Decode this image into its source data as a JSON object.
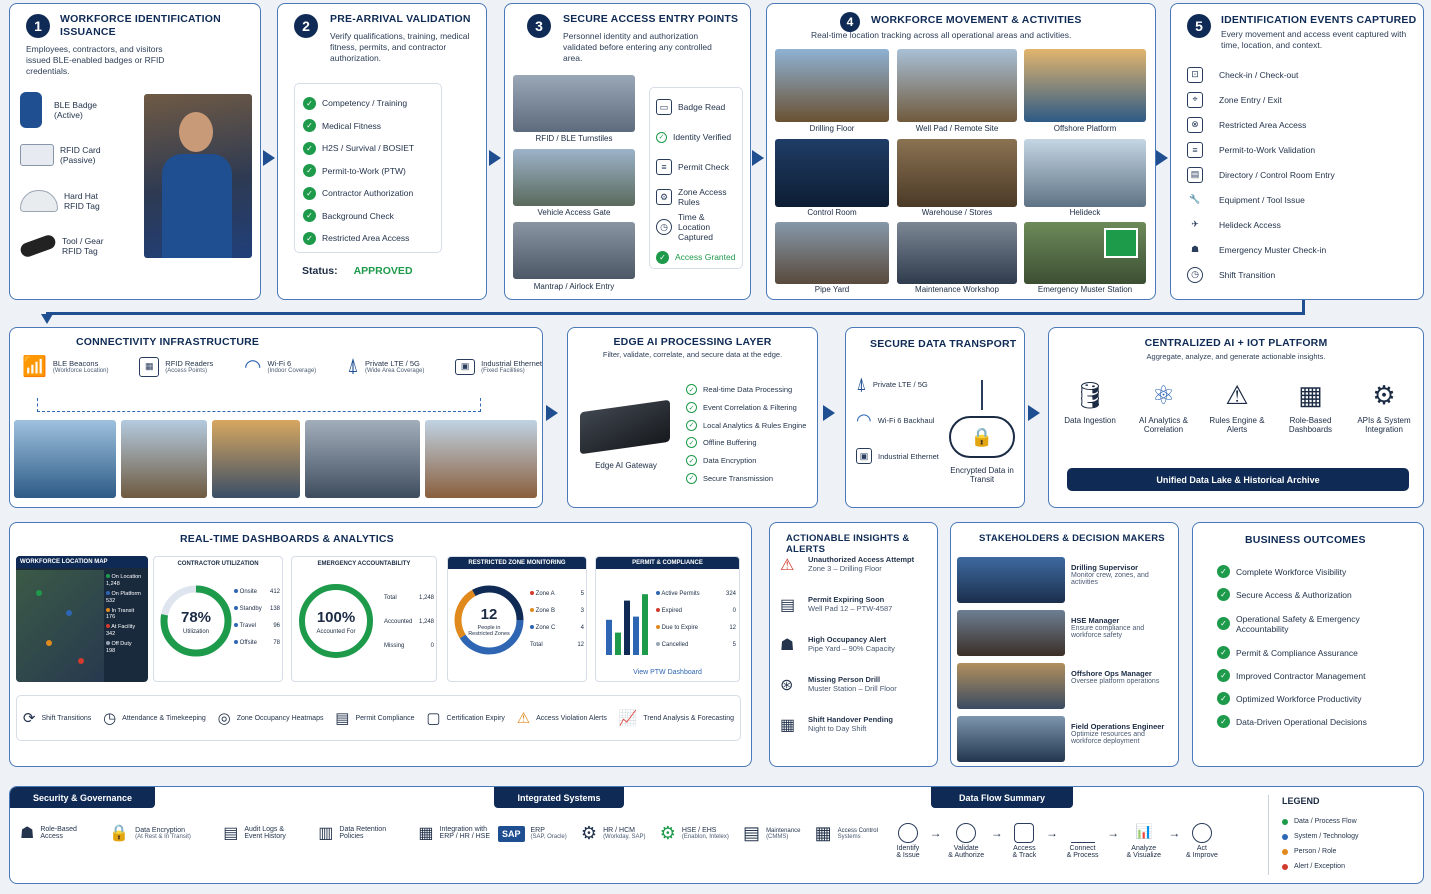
{
  "p1": {
    "num": "1",
    "title": "Workforce Identification Issuance",
    "desc": "Employees, contractors, and visitors issued BLE-enabled badges or RFID credentials.",
    "items": [
      {
        "label": "BLE Badge",
        "sub": "(Active)"
      },
      {
        "label": "RFID Card",
        "sub": "(Passive)"
      },
      {
        "label": "Hard Hat",
        "sub": "RFID Tag"
      },
      {
        "label": "Tool / Gear",
        "sub": "RFID Tag"
      }
    ]
  },
  "p2": {
    "num": "2",
    "title": "Pre-Arrival Validation",
    "desc": "Verify qualifications, training, medical fitness, permits, and contractor authorization.",
    "checks": [
      "Competency / Training",
      "Medical Fitness",
      "H2S / Survival / BOSIET",
      "Permit-to-Work (PTW)",
      "Contractor Authorization",
      "Background Check",
      "Restricted Area Access"
    ],
    "status_label": "Status:",
    "status_value": "APPROVED"
  },
  "p3": {
    "num": "3",
    "title": "Secure Access Entry Points",
    "desc": "Personnel identity and authorization validated before entering any controlled area.",
    "images": [
      "RFID / BLE Turnstiles",
      "Vehicle Access Gate",
      "Mantrap / Airlock Entry"
    ],
    "steps": [
      "Badge Read",
      "Identity Verified",
      "Permit Check",
      "Zone Access Rules",
      "Time & Location Captured",
      "Access Granted"
    ]
  },
  "p4": {
    "num": "4",
    "title": "Workforce Movement & Activities",
    "desc": "Real-time location tracking across all operational areas and activities.",
    "areas": [
      "Drilling Floor",
      "Well Pad / Remote Site",
      "Offshore Platform",
      "Control Room",
      "Warehouse / Stores",
      "Helideck",
      "Pipe Yard",
      "Maintenance Workshop",
      "Emergency Muster Station"
    ]
  },
  "p5": {
    "num": "5",
    "title": "Identification Events Captured",
    "desc": "Every movement and access event captured with time, location, and context.",
    "events": [
      "Check-in / Check-out",
      "Zone Entry / Exit",
      "Restricted Area Access",
      "Permit-to-Work Validation",
      "Directory / Control Room Entry",
      "Equipment / Tool Issue",
      "Helideck Access",
      "Emergency Muster Check-in",
      "Shift Transition"
    ]
  },
  "conn": {
    "title": "Connectivity Infrastructure",
    "items": [
      {
        "label": "BLE Beacons",
        "sub": "(Workforce Location)"
      },
      {
        "label": "RFID Readers",
        "sub": "(Access Points)"
      },
      {
        "label": "Wi-Fi 6",
        "sub": "(Indoor Coverage)"
      },
      {
        "label": "Private LTE / 5G",
        "sub": "(Wide Area Coverage)"
      },
      {
        "label": "Industrial Ethernet",
        "sub": "(Fixed Facilities)"
      }
    ]
  },
  "edge": {
    "title": "Edge AI Processing Layer",
    "desc": "Filter, validate, correlate, and secure data at the edge.",
    "device": "Edge AI Gateway",
    "items": [
      "Real-time Data Processing",
      "Event Correlation & Filtering",
      "Local Analytics & Rules Engine",
      "Offline Buffering",
      "Data Encryption",
      "Secure Transmission"
    ]
  },
  "transport": {
    "title": "Secure Data Transport",
    "items": [
      "Private LTE / 5G",
      "Wi-Fi 6 Backhaul",
      "Industrial Ethernet"
    ],
    "cloud": "Encrypted Data in Transit"
  },
  "platform": {
    "title": "Centralized AI + IoT Platform",
    "desc": "Aggregate, analyze, and generate actionable insights.",
    "items": [
      "Data Ingestion",
      "AI Analytics & Correlation",
      "Rules Engine & Alerts",
      "Role-Based Dashboards",
      "APIs & System Integration"
    ],
    "bar": "Unified Data Lake & Historical Archive"
  },
  "dash": {
    "title": "Real-Time Dashboards & Analytics",
    "map": {
      "title": "Workforce Location Map",
      "legend": [
        {
          "label": "On Location",
          "value": "1,248"
        },
        {
          "label": "On Platform",
          "value": "532"
        },
        {
          "label": "In Transit",
          "value": "176"
        },
        {
          "label": "At Facility",
          "value": "342"
        },
        {
          "label": "Off Duty",
          "value": "198"
        }
      ]
    },
    "contractor": {
      "title": "Contractor Utilization",
      "pct": "78%",
      "pct_label": "Utilization",
      "pct_value": 0.78,
      "rows": [
        {
          "label": "Onsite",
          "value": "412"
        },
        {
          "label": "Standby",
          "value": "138"
        },
        {
          "label": "Travel",
          "value": "96"
        },
        {
          "label": "Offsite",
          "value": "78"
        }
      ]
    },
    "emergency": {
      "title": "Emergency Accountability",
      "pct": "100%",
      "pct_label": "Accounted For",
      "rows": [
        {
          "label": "Total",
          "value": "1,248"
        },
        {
          "label": "Accounted",
          "value": "1,248"
        },
        {
          "label": "Missing",
          "value": "0"
        }
      ]
    },
    "zone": {
      "title": "Restricted Zone Monitoring",
      "count": "12",
      "count_label": "People in Restricted Zones",
      "rows": [
        {
          "label": "Zone A",
          "value": "5"
        },
        {
          "label": "Zone B",
          "value": "3"
        },
        {
          "label": "Zone C",
          "value": "4"
        },
        {
          "label": "Total",
          "value": "12"
        }
      ]
    },
    "permit": {
      "title": "Permit & Compliance",
      "rows": [
        {
          "label": "Active Permits",
          "value": "324"
        },
        {
          "label": "Expired",
          "value": "0"
        },
        {
          "label": "Due to Expire",
          "value": "12"
        },
        {
          "label": "Cancelled",
          "value": "5"
        }
      ],
      "link": "View PTW Dashboard",
      "bars": [
        0.55,
        0.35,
        0.85,
        0.6,
        0.95
      ]
    },
    "features": [
      "Shift Transitions",
      "Attendance & Timekeeping",
      "Zone Occupancy Heatmaps",
      "Permit Compliance",
      "Certification Expiry",
      "Access Violation Alerts",
      "Trend Analysis & Forecasting"
    ]
  },
  "alerts": {
    "title": "Actionable Insights & Alerts",
    "items": [
      {
        "t": "Unauthorized Access Attempt",
        "s": "Zone 3 – Drilling Floor"
      },
      {
        "t": "Permit Expiring Soon",
        "s": "Well Pad 12 – PTW-4587"
      },
      {
        "t": "High Occupancy Alert",
        "s": "Pipe Yard – 90% Capacity"
      },
      {
        "t": "Missing Person Drill",
        "s": "Muster Station – Drill Floor"
      },
      {
        "t": "Shift Handover Pending",
        "s": "Night to Day Shift"
      }
    ]
  },
  "stake": {
    "title": "Stakeholders & Decision Makers",
    "items": [
      {
        "t": "Drilling Supervisor",
        "s": "Monitor crew, zones, and activities"
      },
      {
        "t": "HSE Manager",
        "s": "Ensure compliance and workforce safety"
      },
      {
        "t": "Offshore Ops Manager",
        "s": "Oversee platform operations"
      },
      {
        "t": "Field Operations Engineer",
        "s": "Optimize resources and workforce deployment"
      }
    ]
  },
  "outcomes": {
    "title": "Business Outcomes",
    "items": [
      "Complete Workforce Visibility",
      "Secure Access & Authorization",
      "Operational Safety & Emergency Accountability",
      "Permit & Compliance Assurance",
      "Improved Contractor Management",
      "Optimized Workforce Productivity",
      "Data-Driven Operational Decisions"
    ]
  },
  "security": {
    "title": "Security & Governance",
    "items": [
      {
        "t": "Role-Based",
        "s": "Access"
      },
      {
        "t": "Data Encryption",
        "s": "(At Rest & In Transit)"
      },
      {
        "t": "Audit Logs &",
        "s": "Event History"
      },
      {
        "t": "Data Retention",
        "s": "Policies"
      },
      {
        "t": "Integration with",
        "s": "ERP / HR / HSE"
      }
    ]
  },
  "systems": {
    "title": "Integrated Systems",
    "items": [
      {
        "t": "ERP",
        "s": "(SAP, Oracle)",
        "i": "SAP"
      },
      {
        "t": "HR / HCM",
        "s": "(Workday, SAP)",
        "i": "⚙"
      },
      {
        "t": "HSE / EHS",
        "s": "(Enablon, Intelex)",
        "i": "⚙"
      },
      {
        "t": "Maintenance",
        "s": "(CMMS)",
        "i": "▤"
      },
      {
        "t": "Access Control",
        "s": "Systems",
        "i": "▦"
      }
    ]
  },
  "flow": {
    "title": "Data Flow Summary",
    "items": [
      {
        "t": "Identify",
        "s": "& Issue"
      },
      {
        "t": "Validate",
        "s": "& Authorize"
      },
      {
        "t": "Access",
        "s": "& Track"
      },
      {
        "t": "Connect",
        "s": "& Process"
      },
      {
        "t": "Analyze",
        "s": "& Visualize"
      },
      {
        "t": "Act",
        "s": "& Improve"
      }
    ]
  },
  "legend": {
    "title": "Legend",
    "items": [
      {
        "label": "Data / Process Flow",
        "color": "#1e9a4b"
      },
      {
        "label": "System / Technology",
        "color": "#2f66b3"
      },
      {
        "label": "Person / Role",
        "color": "#e08a1e"
      },
      {
        "label": "Alert / Exception",
        "color": "#d23a2e"
      }
    ]
  }
}
